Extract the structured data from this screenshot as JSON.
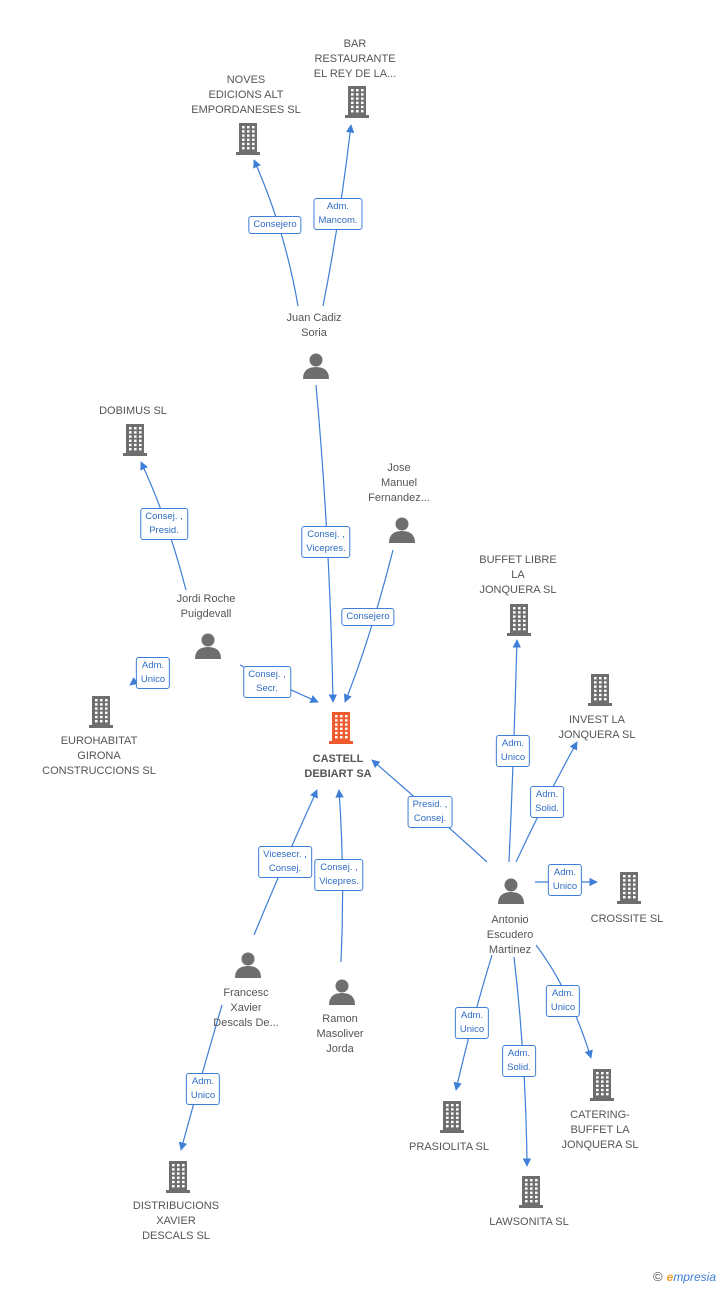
{
  "colors": {
    "edge": "#3d7ed6",
    "icon": "#6e6e6e",
    "center_icon": "#ee5a2e"
  },
  "nodes": [
    {
      "id": "castell",
      "kind": "company",
      "center": true,
      "lines": [
        "CASTELL",
        "DEBIART SA"
      ]
    },
    {
      "id": "bar",
      "kind": "company",
      "lines": [
        "BAR",
        "RESTAURANTE",
        "EL REY DE LA..."
      ]
    },
    {
      "id": "noves",
      "kind": "company",
      "lines": [
        "NOVES",
        "EDICIONS ALT",
        "EMPORDANESES SL"
      ]
    },
    {
      "id": "juan",
      "kind": "person",
      "lines": [
        "Juan Cadiz",
        "Soria"
      ]
    },
    {
      "id": "dobimus",
      "kind": "company",
      "lines": [
        "DOBIMUS SL"
      ]
    },
    {
      "id": "jose",
      "kind": "person",
      "lines": [
        "Jose",
        "Manuel",
        "Fernandez..."
      ]
    },
    {
      "id": "buffet",
      "kind": "company",
      "lines": [
        "BUFFET LIBRE",
        "LA",
        "JONQUERA SL"
      ]
    },
    {
      "id": "jordi",
      "kind": "person",
      "lines": [
        "Jordi Roche",
        "Puigdevall"
      ]
    },
    {
      "id": "eurohabitat",
      "kind": "company",
      "lines": [
        "EUROHABITAT",
        "GIRONA",
        "CONSTRUCCIONS SL"
      ]
    },
    {
      "id": "invest",
      "kind": "company",
      "lines": [
        "INVEST LA",
        "JONQUERA SL"
      ]
    },
    {
      "id": "antonio",
      "kind": "person",
      "lines": [
        "Antonio",
        "Escudero",
        "Martinez"
      ]
    },
    {
      "id": "crossite",
      "kind": "company",
      "lines": [
        "CROSSITE SL"
      ]
    },
    {
      "id": "francesc",
      "kind": "person",
      "lines": [
        "Francesc",
        "Xavier",
        "Descals De..."
      ]
    },
    {
      "id": "ramon",
      "kind": "person",
      "lines": [
        "Ramon",
        "Masoliver",
        "Jorda"
      ]
    },
    {
      "id": "catering",
      "kind": "company",
      "lines": [
        "CATERING-",
        "BUFFET LA",
        "JONQUERA SL"
      ]
    },
    {
      "id": "prasiolita",
      "kind": "company",
      "lines": [
        "PRASIOLITA SL"
      ]
    },
    {
      "id": "lawsonita",
      "kind": "company",
      "lines": [
        "LAWSONITA SL"
      ]
    },
    {
      "id": "distribucions",
      "kind": "company",
      "lines": [
        "DISTRIBUCIONS",
        "XAVIER",
        "DESCALS SL"
      ]
    }
  ],
  "edges": [
    {
      "from": "juan",
      "to": "noves",
      "label": [
        "Consejero"
      ]
    },
    {
      "from": "juan",
      "to": "bar",
      "label": [
        "Adm.",
        "Mancom."
      ]
    },
    {
      "from": "juan",
      "to": "castell",
      "label": [
        "Consej. ,",
        "Vicepres."
      ]
    },
    {
      "from": "jordi",
      "to": "dobimus",
      "label": [
        "Consej. ,",
        "Presid."
      ]
    },
    {
      "from": "jordi",
      "to": "eurohabitat",
      "label": [
        "Adm.",
        "Unico"
      ]
    },
    {
      "from": "jordi",
      "to": "castell",
      "label": [
        "Consej. ,",
        "Secr."
      ]
    },
    {
      "from": "jose",
      "to": "castell",
      "label": [
        "Consejero"
      ]
    },
    {
      "from": "antonio",
      "to": "castell",
      "label": [
        "Presid. ,",
        "Consej."
      ]
    },
    {
      "from": "antonio",
      "to": "buffet",
      "label": [
        "Adm.",
        "Unico"
      ]
    },
    {
      "from": "antonio",
      "to": "invest",
      "label": [
        "Adm.",
        "Solid."
      ]
    },
    {
      "from": "antonio",
      "to": "crossite",
      "label": [
        "Adm.",
        "Unico"
      ]
    },
    {
      "from": "antonio",
      "to": "catering",
      "label": [
        "Adm.",
        "Unico"
      ]
    },
    {
      "from": "antonio",
      "to": "prasiolita",
      "label": [
        "Adm.",
        "Unico"
      ]
    },
    {
      "from": "antonio",
      "to": "lawsonita",
      "label": [
        "Adm.",
        "Solid."
      ]
    },
    {
      "from": "francesc",
      "to": "castell",
      "label": [
        "Vicesecr. ,",
        "Consej."
      ]
    },
    {
      "from": "francesc",
      "to": "distribucions",
      "label": [
        "Adm.",
        "Unico"
      ]
    },
    {
      "from": "ramon",
      "to": "castell",
      "label": [
        "Consej. ,",
        "Vicepres."
      ]
    }
  ],
  "footer": {
    "copyright": "©",
    "brand_initial": "e",
    "brand_rest": "mpresia"
  }
}
